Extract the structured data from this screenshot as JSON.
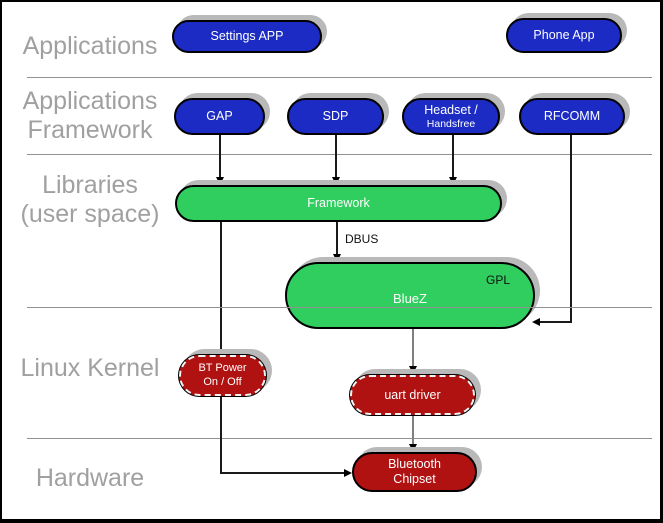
{
  "diagram": {
    "layers": [
      {
        "label": "Applications"
      },
      {
        "label": "Applications\nFramework"
      },
      {
        "label": "Libraries\n(user space)"
      },
      {
        "label": "Linux Kernel"
      },
      {
        "label": "Hardware"
      }
    ],
    "nodes": {
      "settings_app": "Settings APP",
      "phone_app": "Phone App",
      "gap": "GAP",
      "sdp": "SDP",
      "headset": {
        "line1": "Headset /",
        "line2": "Handsfree"
      },
      "rfcomm": "RFCOMM",
      "framework": "Framework",
      "bluez": "BlueZ",
      "gpl_badge": "GPL",
      "bt_power": "BT Power\nOn / Off",
      "uart_driver": "uart driver",
      "bluetooth_chipset": "Bluetooth\nChipset"
    },
    "edge_labels": {
      "dbus": "DBUS"
    },
    "colors": {
      "application_node": "#1b2bc4",
      "library_node": "#30cd5f",
      "kernel_node": "#b01111",
      "layer_label_text": "#a0a0a0",
      "node_text": "#ffffff",
      "shadow": "#b9b9b9"
    }
  }
}
